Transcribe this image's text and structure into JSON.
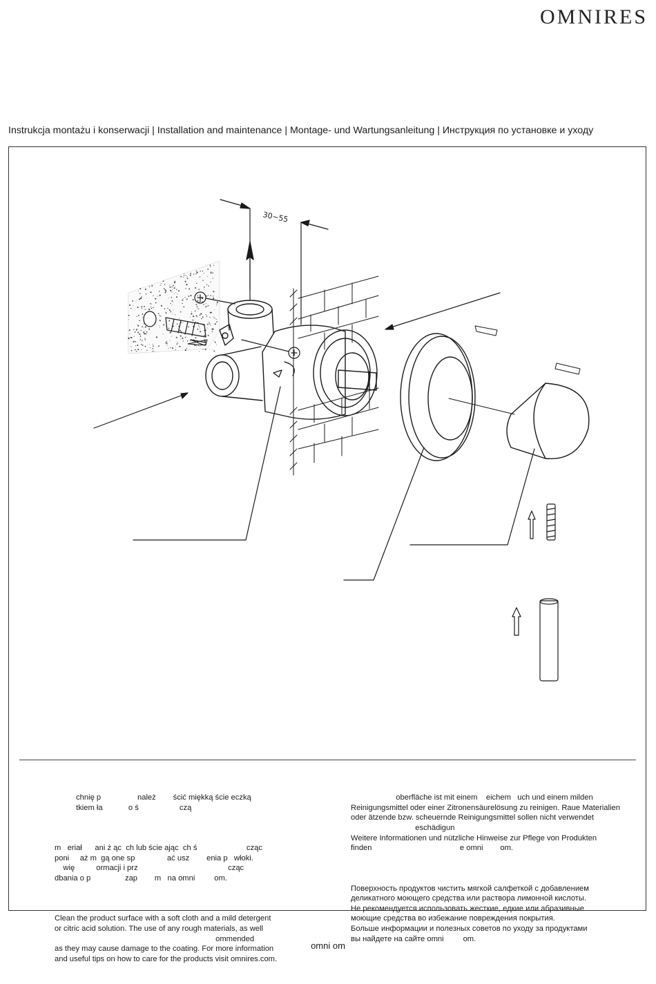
{
  "brand": "OMNIRES",
  "subtitle": "Instrukcja montażu i konserwacji | Installation and maintenance | Montage- und Wartungsanleitung | Инструкция по установке и уходу",
  "diagram": {
    "dimension_label": "30~55"
  },
  "care_text": {
    "polish": [
      "          chnię p                 należ        ścić miękką ście eczką\n          tkiem ła            o ś                   czą",
      "m   eriał      ani ż ąc  ch lub ście ając  ch ś                       cząc\nponi     aż m  gą one sp               ać usz        enia p   włoki.\n    wię          ormacji i prz                                          cząc\ndbania o p                zap        m   na omni         om."
    ],
    "english": "Clean the product surface with a soft cloth and a mild detergent\nor citric acid solution. The use of any rough materials, as well\n                                                                           ommended\nas they may cause damage to the coating. For more information\nand useful tips on how to care for the products visit omnires.com.",
    "german": "                     oberfläche ist mit einem    eichem   uch und einem milden\nReinigungsmittel oder einer Zitronensäurelösung zu reinigen. Raue Materialien\noder ätzende bzw. scheuernde Reinigungsmittel sollen nicht verwendet\n                              eschädigun\nWeitere Informationen und nützliche Hinweise zur Pflege von Produkten\nfinden                                         e omni        om.",
    "russian": "Поверхность продуктов чистить мягкой салфеткой с добавлением\nделикатного моющего средства или раствора лимонной кислоты.\nНе рекомендуется использовать жесткие, едкие или абразивные\nмоющие средства во избежание повреждения покрытия.\nБольше информации и полезных советов по уходу за продуктами\nвы найдете на сайте omni         om."
  },
  "footer": "omni         om"
}
